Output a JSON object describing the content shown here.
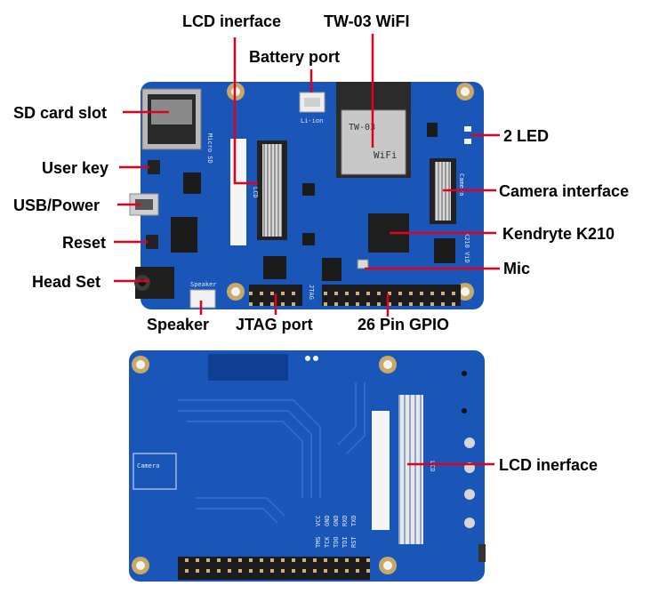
{
  "front_labels": {
    "lcd_interface": "LCD inerface",
    "wifi": "TW-03 WiFI",
    "battery_port": "Battery port",
    "sd_card_slot": "SD card slot",
    "two_led": "2 LED",
    "user_key": "User key",
    "camera_interface": "Camera interface",
    "usb_power": "USB/Power",
    "kendryte": "Kendryte K210",
    "reset": "Reset",
    "mic": "Mic",
    "head_set": "Head Set",
    "speaker": "Speaker",
    "jtag_port": "JTAG port",
    "gpio": "26 Pin GPIO"
  },
  "back_labels": {
    "lcd_interface": "LCD inerface"
  },
  "silkscreen": {
    "front": {
      "lcd": "LCD",
      "li_ion": "Li-ion",
      "micro_sd": "Micro SD",
      "speaker": "Speaker",
      "jtag": "JTAG",
      "camera": "Camera",
      "k210": "K210 ViD",
      "wifi_chip": "TW-03",
      "wifi_text": "WiFi"
    },
    "back": {
      "camera": "Camera",
      "lcd": "LCD",
      "jtag_pins": [
        "TMS",
        "TCK",
        "TDO",
        "TDI",
        "RST",
        "VCC",
        "GND",
        "GND",
        "RXD",
        "TXD"
      ]
    }
  },
  "colors": {
    "pcb": "#1a56b8",
    "pcb_dark": "#0f3f92",
    "leader": "#e2001a",
    "label": "#000000"
  }
}
